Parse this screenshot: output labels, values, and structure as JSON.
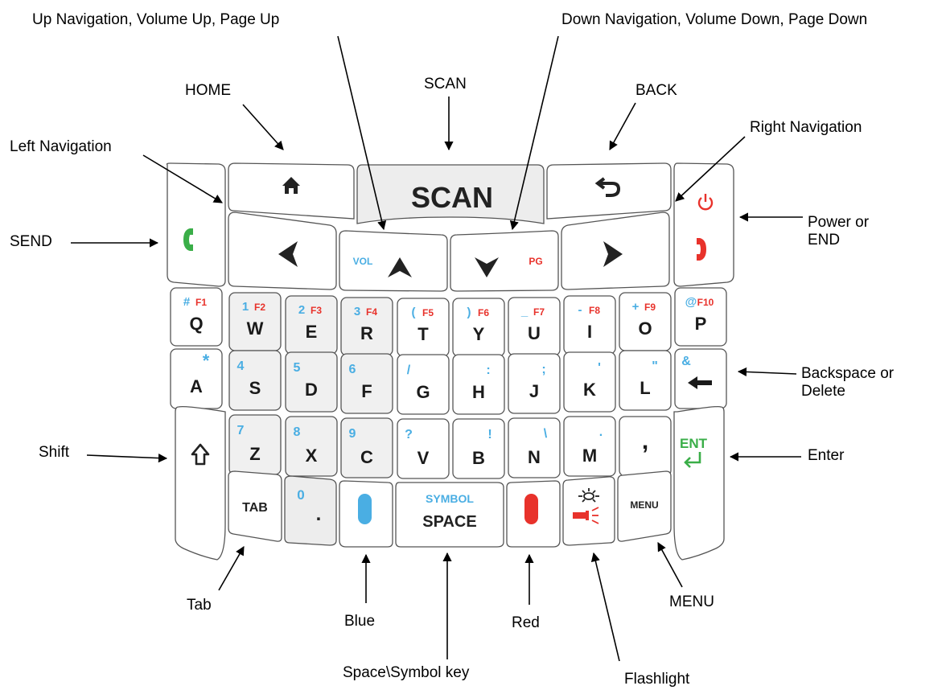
{
  "colors": {
    "blue": "#4aaee3",
    "red": "#e8322b",
    "green": "#3aae48",
    "key_fill": "#ffffff",
    "key_shaded": "#f0f0f0",
    "key_stroke": "#555555",
    "text": "#1a1a1a"
  },
  "callouts": {
    "up_nav": "Up Navigation, Volume Up, Page Up",
    "down_nav": "Down Navigation, Volume Down, Page Down",
    "home": "HOME",
    "scan": "SCAN",
    "back": "BACK",
    "left_nav": "Left Navigation",
    "right_nav": "Right Navigation",
    "send": "SEND",
    "power_line1": "Power or",
    "power_line2": "END",
    "backspace_line1": "Backspace or",
    "backspace_line2": "Delete",
    "shift": "Shift",
    "enter": "Enter",
    "tab": "Tab",
    "blue": "Blue",
    "space_symbol": "Space\\Symbol key",
    "red": "Red",
    "flashlight": "Flashlight",
    "menu": "MENU"
  },
  "keys": {
    "scan": "SCAN",
    "vol": "VOL",
    "pg": "PG",
    "tab": "TAB",
    "symbol": "SYMBOL",
    "space": "SPACE",
    "menu": "MENU",
    "ent": "ENT",
    "comma": ",",
    "zero": "0",
    "dot": ".",
    "row_q": [
      {
        "main": "Q",
        "blue": "#",
        "red": "F1"
      },
      {
        "main": "W",
        "blue": "1",
        "red": "F2"
      },
      {
        "main": "E",
        "blue": "2",
        "red": "F3"
      },
      {
        "main": "R",
        "blue": "3",
        "red": "F4"
      },
      {
        "main": "T",
        "blue": "(",
        "red": "F5"
      },
      {
        "main": "Y",
        "blue": ")",
        "red": "F6"
      },
      {
        "main": "U",
        "blue": "_",
        "red": "F7"
      },
      {
        "main": "I",
        "blue": "-",
        "red": "F8"
      },
      {
        "main": "O",
        "blue": "+",
        "red": "F9"
      },
      {
        "main": "P",
        "blue": "@",
        "red": "F10"
      }
    ],
    "row_a": [
      {
        "main": "A",
        "blue": "*"
      },
      {
        "main": "S",
        "blue": "4"
      },
      {
        "main": "D",
        "blue": "5"
      },
      {
        "main": "F",
        "blue": "6"
      },
      {
        "main": "G",
        "blue": "/"
      },
      {
        "main": "H",
        "blue": ":"
      },
      {
        "main": "J",
        "blue": ";"
      },
      {
        "main": "K",
        "blue": "'"
      },
      {
        "main": "L",
        "blue": "\""
      },
      {
        "main": "",
        "blue": "&"
      }
    ],
    "row_z": [
      {
        "main": "Z",
        "blue": "7"
      },
      {
        "main": "X",
        "blue": "8"
      },
      {
        "main": "C",
        "blue": "9"
      },
      {
        "main": "V",
        "blue": "?"
      },
      {
        "main": "B",
        "blue": "!"
      },
      {
        "main": "N",
        "blue": "\\"
      },
      {
        "main": "M",
        "blue": "."
      }
    ]
  }
}
